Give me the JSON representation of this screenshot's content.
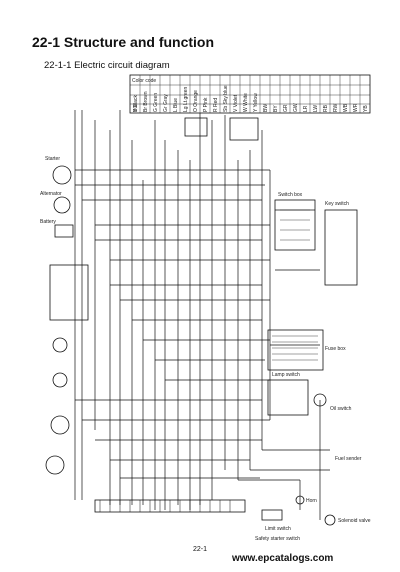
{
  "title": "22-1 Structure and function",
  "subtitle": "22-1-1 Electric circuit diagram",
  "page_number": "22-1",
  "watermark": "www.epcatalogs.com",
  "labels": {
    "starter": "Starter",
    "alternator": "Alternator",
    "battery": "Battery",
    "limit_switch": "Limit switch",
    "safety_starter_switch": "Safety starter switch",
    "fuse_box": "Fuse box",
    "horn": "Horn",
    "fuel_sender": "Fuel sender",
    "switch_box": "Switch box",
    "solenoid_valve": "Solenoid valve",
    "lamp_switch": "Lamp switch",
    "oil_switch": "Oil switch",
    "key_switch": "Key switch"
  },
  "color_code_table": {
    "header": "Color code",
    "entries": [
      "B Black",
      "Br Brown",
      "G Green",
      "Gr Gray",
      "L Blue",
      "Lg Lt.green",
      "O Orange",
      "P Pink",
      "R Red",
      "Sb Sky blue",
      "V Violet",
      "W White",
      "Y Yellow",
      "BW",
      "BY",
      "GR",
      "GW",
      "LR",
      "LW",
      "RB",
      "RW",
      "WB",
      "WR",
      "YB",
      "YG"
    ]
  },
  "colors": {
    "ink": "#111111",
    "paper": "#ffffff"
  }
}
